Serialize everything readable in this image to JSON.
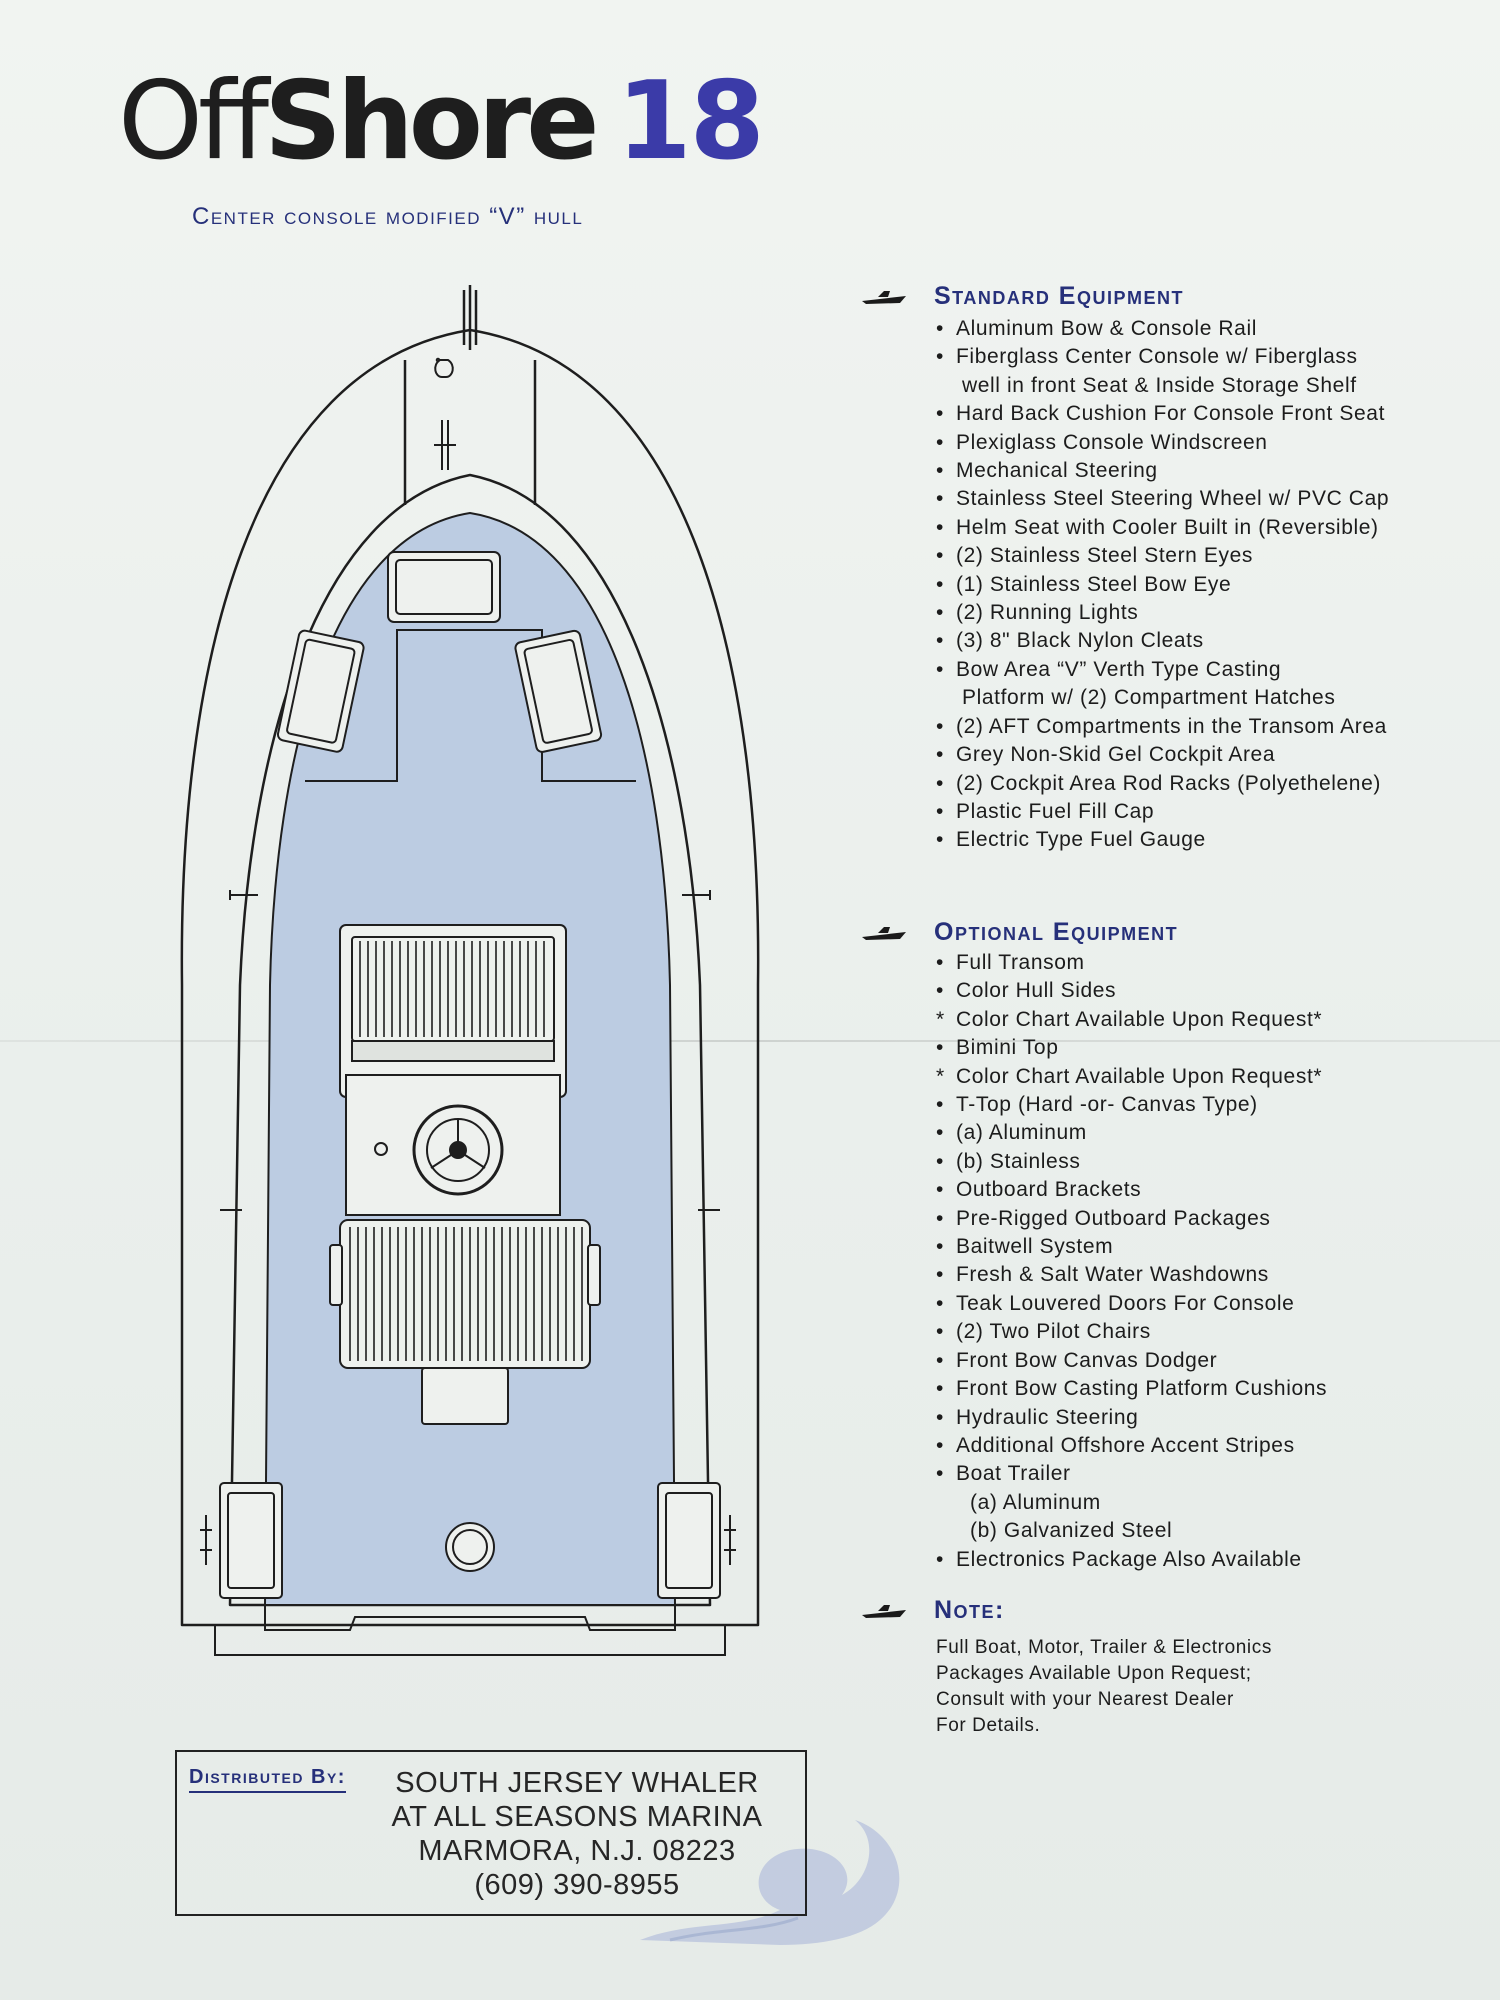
{
  "header": {
    "brand_light": "Off",
    "brand_bold": "Shore",
    "model_number": "18",
    "subtitle": "Center console modified “V” hull"
  },
  "colors": {
    "accent_blue": "#26307a",
    "deck_blue": "#bccce2",
    "paper": "#eef1ee"
  },
  "standard_equipment": {
    "title": "Standard Equipment",
    "items": [
      {
        "mark": "bullet",
        "text": "Aluminum Bow & Console Rail"
      },
      {
        "mark": "bullet",
        "text": "Fiberglass Center Console w/ Fiberglass"
      },
      {
        "mark": "none",
        "text": "well in front Seat & Inside Storage Shelf"
      },
      {
        "mark": "bullet",
        "text": "Hard Back Cushion For Console Front Seat"
      },
      {
        "mark": "bullet",
        "text": "Plexiglass Console Windscreen"
      },
      {
        "mark": "bullet",
        "text": "Mechanical Steering"
      },
      {
        "mark": "bullet",
        "text": "Stainless Steel Steering Wheel w/ PVC Cap"
      },
      {
        "mark": "bullet",
        "text": "Helm Seat with Cooler Built in (Reversible)"
      },
      {
        "mark": "bullet",
        "text": "(2) Stainless Steel Stern Eyes"
      },
      {
        "mark": "bullet",
        "text": "(1) Stainless Steel Bow Eye"
      },
      {
        "mark": "bullet",
        "text": "(2) Running Lights"
      },
      {
        "mark": "bullet",
        "text": "(3) 8\" Black Nylon Cleats"
      },
      {
        "mark": "bullet",
        "text": "Bow Area “V” Verth Type Casting"
      },
      {
        "mark": "none",
        "text": "Platform w/ (2) Compartment Hatches"
      },
      {
        "mark": "bullet",
        "text": "(2) AFT Compartments in the Transom Area"
      },
      {
        "mark": "bullet",
        "text": "Grey Non-Skid Gel Cockpit Area"
      },
      {
        "mark": "bullet",
        "text": "(2) Cockpit Area Rod Racks (Polyethelene)"
      },
      {
        "mark": "bullet",
        "text": "Plastic Fuel Fill Cap"
      },
      {
        "mark": "bullet",
        "text": "Electric Type Fuel Gauge"
      }
    ]
  },
  "optional_equipment": {
    "title": "Optional Equipment",
    "items": [
      {
        "mark": "bullet",
        "text": "Full Transom"
      },
      {
        "mark": "bullet",
        "text": "Color Hull Sides"
      },
      {
        "mark": "asterisk",
        "text": "Color Chart Available Upon Request*"
      },
      {
        "mark": "bullet",
        "text": "Bimini Top"
      },
      {
        "mark": "asterisk",
        "text": "Color Chart Available Upon Request*"
      },
      {
        "mark": "bullet",
        "text": "T-Top (Hard -or- Canvas Type)"
      },
      {
        "mark": "bullet",
        "text": "(a) Aluminum"
      },
      {
        "mark": "bullet",
        "text": "(b) Stainless"
      },
      {
        "mark": "bullet",
        "text": "Outboard Brackets"
      },
      {
        "mark": "bullet",
        "text": "Pre-Rigged Outboard Packages"
      },
      {
        "mark": "bullet",
        "text": "Baitwell System"
      },
      {
        "mark": "bullet",
        "text": "Fresh & Salt Water Washdowns"
      },
      {
        "mark": "bullet",
        "text": "Teak Louvered Doors For Console"
      },
      {
        "mark": "bullet",
        "text": "(2) Two Pilot Chairs"
      },
      {
        "mark": "bullet",
        "text": "Front Bow Canvas Dodger"
      },
      {
        "mark": "bullet",
        "text": "Front Bow Casting Platform Cushions"
      },
      {
        "mark": "bullet",
        "text": "Hydraulic Steering"
      },
      {
        "mark": "bullet",
        "text": "Additional Offshore Accent Stripes"
      },
      {
        "mark": "bullet",
        "text": "Boat Trailer"
      },
      {
        "mark": "sub",
        "text": "(a) Aluminum"
      },
      {
        "mark": "sub",
        "text": "(b) Galvanized Steel"
      },
      {
        "mark": "bullet",
        "text": "Electronics Package Also Available"
      }
    ]
  },
  "note": {
    "title": "Note:",
    "lines": [
      "Full Boat, Motor, Trailer & Electronics",
      "Packages Available Upon Request;",
      "Consult with your Nearest Dealer",
      "For Details."
    ]
  },
  "distributor": {
    "label": "Distributed By:",
    "stamp_lines": [
      "SOUTH JERSEY WHALER",
      "AT ALL SEASONS MARINA",
      "MARMORA, N.J. 08223",
      "(609) 390-8955"
    ]
  }
}
